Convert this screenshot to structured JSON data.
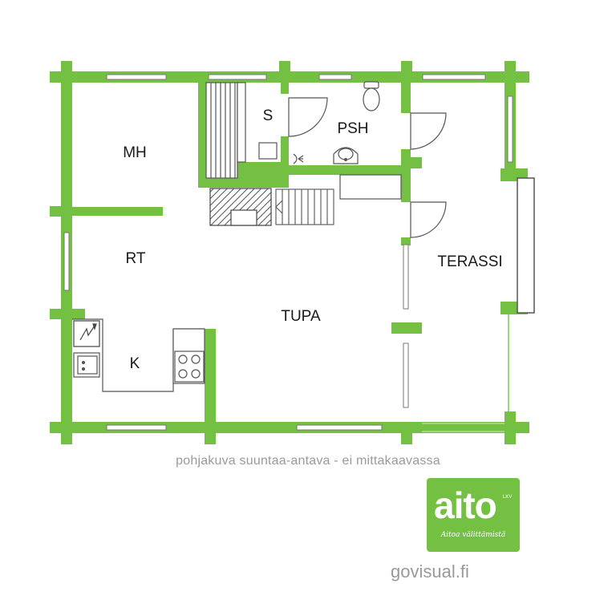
{
  "rooms": {
    "mh": "MH",
    "s": "S",
    "psh": "PSH",
    "rt": "RT",
    "tupa": "TUPA",
    "terassi": "TERASSI",
    "k": "K"
  },
  "colors": {
    "wall": "#74c043",
    "line": "#404040"
  },
  "note": "pohjakuva suuntaa-antava - ei mittakaavassa",
  "logo": {
    "word": "aito",
    "sup": "LKV",
    "slogan": "Aitoa välittämistä"
  },
  "website": "govisual.fi"
}
